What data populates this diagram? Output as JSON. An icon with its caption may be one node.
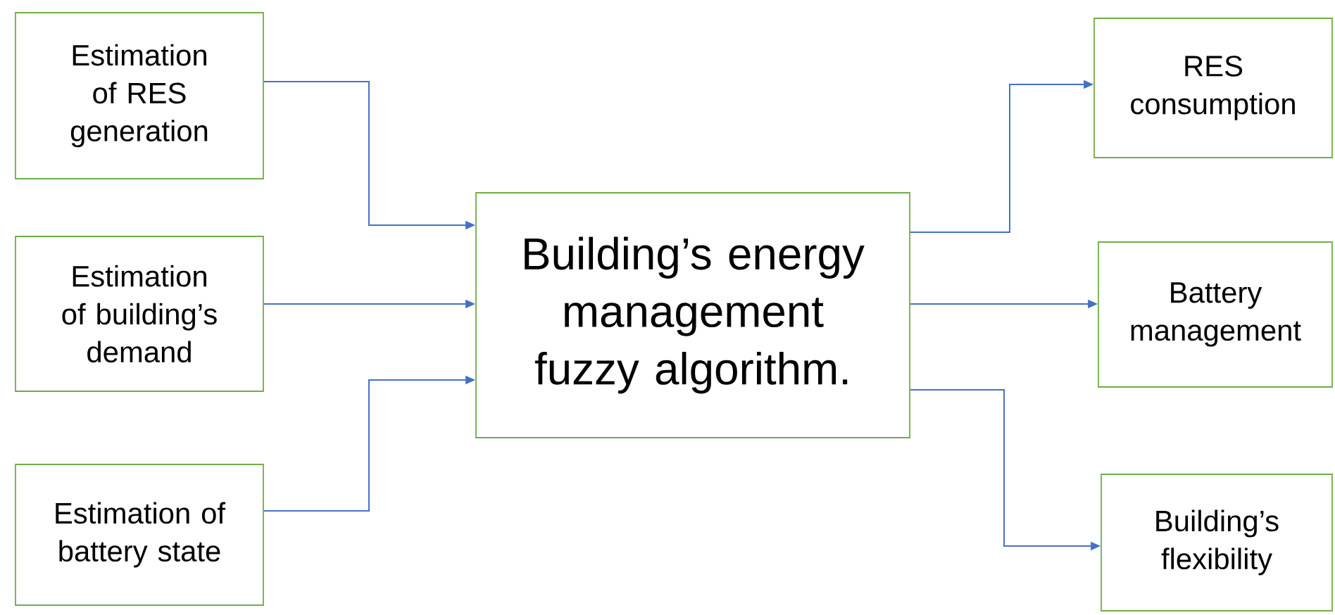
{
  "diagram": {
    "nodes": [
      {
        "text": [
          "Estimation of RES generation"
        ]
      },
      {
        "text": [
          "Estimation of building’s demand"
        ]
      },
      {
        "text": [
          "Estimation of battery state"
        ]
      },
      {
        "text": [
          "Building’s energy management fuzzy algorithm."
        ]
      },
      {
        "text": [
          "RES consumption"
        ]
      },
      {
        "text": [
          "Battery management"
        ]
      },
      {
        "text": [
          "Building’s flexibility"
        ]
      }
    ],
    "edges": [
      {
        "from": 0,
        "to": 3,
        "arrow": "to"
      },
      {
        "from": 1,
        "to": 3,
        "arrow": "to"
      },
      {
        "from": 2,
        "to": 3,
        "arrow": "to"
      },
      {
        "from": 3,
        "to": 4,
        "arrow": "to"
      },
      {
        "from": 3,
        "to": 5,
        "arrow": "to"
      },
      {
        "from": 3,
        "to": 6,
        "arrow": "to"
      }
    ]
  }
}
